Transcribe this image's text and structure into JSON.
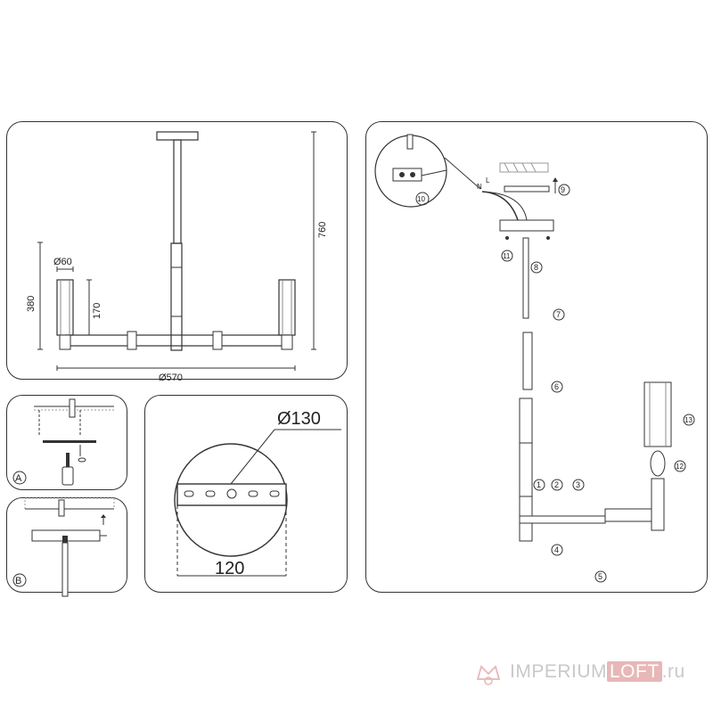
{
  "dimensions": {
    "top_diameter": "Ø60",
    "height_380": "380",
    "height_170": "170",
    "total_height": "760",
    "width": "Ø570"
  },
  "mount_panel": {
    "diameter": "Ø130",
    "spacing": "120"
  },
  "step_labels": {
    "a": "A",
    "b": "B"
  },
  "assembly_steps": [
    "1",
    "2",
    "3",
    "4",
    "5",
    "6",
    "7",
    "8",
    "9",
    "10",
    "11",
    "12",
    "13"
  ],
  "wire_labels": {
    "neutral": "N",
    "live": "L"
  },
  "watermark": {
    "brand_part1": "IMPERIUM",
    "brand_part2": "LOFT",
    "brand_part3": ".ru"
  }
}
